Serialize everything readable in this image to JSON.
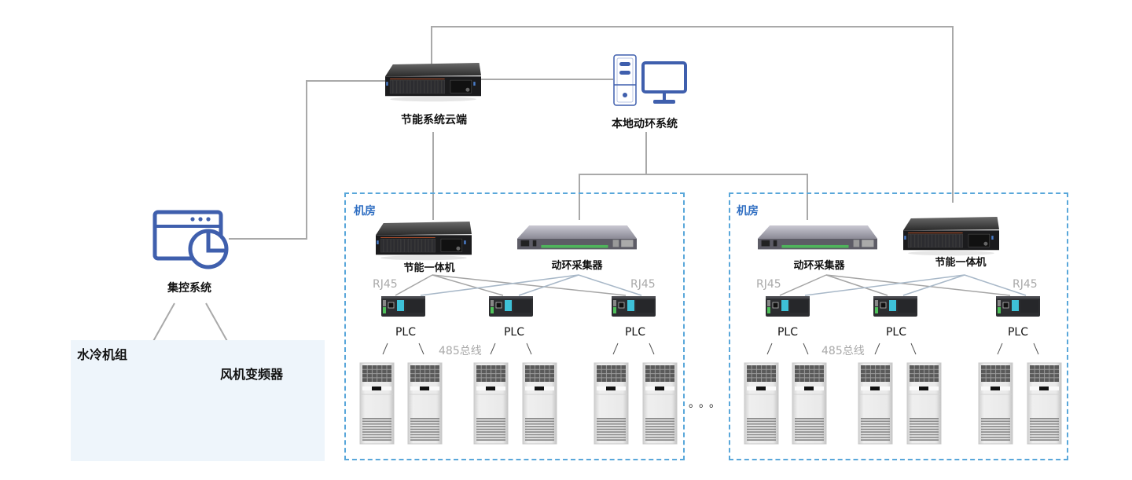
{
  "diagram": {
    "nodes": {
      "cloud": {
        "label": "节能系统云端",
        "icon": "rack-server-icon"
      },
      "local": {
        "label": "本地动环系统",
        "icon": "desktop-computer-icon"
      },
      "central": {
        "label": "集控系统",
        "icon": "dashboard-window-chart-icon"
      }
    },
    "panel": {
      "chiller": {
        "label": "水冷机组",
        "icon": "water-chiller-unit-icon"
      },
      "fan": {
        "label": "风机变频器",
        "icon": "fan-inverter-icon"
      }
    },
    "rooms": [
      {
        "title": "机房",
        "server_label": "节能一体机",
        "collector_label": "动环采集器",
        "rj45_left": "RJ45",
        "rj45_right": "RJ45",
        "bus_label": "485总线",
        "plcs": [
          "PLC",
          "PLC",
          "PLC"
        ],
        "ac_units_per_plc": 2
      },
      {
        "title": "机房",
        "server_label": "节能一体机",
        "collector_label": "动环采集器",
        "rj45_left": "RJ45",
        "rj45_right": "RJ45",
        "bus_label": "485总线",
        "plcs": [
          "PLC",
          "PLC",
          "PLC"
        ],
        "ac_units_per_plc": 2
      }
    ],
    "ellipsis": "。。。",
    "colors": {
      "line": "#a9a9a9",
      "rj45_line": "#a8b8c8",
      "room_border": "#59a7da",
      "room_title": "#2f6ec2",
      "icon_blue": "#3f5fad",
      "panel_bg": "#eef5fb"
    }
  }
}
